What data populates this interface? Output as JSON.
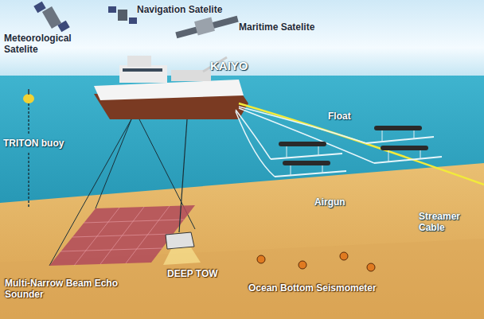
{
  "diagram": {
    "labels": [
      "Meteorological Satelite",
      "Navigation Satelite",
      "Maritime Satelite",
      "KAIYO",
      "TRITON buoy",
      "Float",
      "Airgun",
      "Streamer Cable",
      "Multi-Narrow Beam Echo Sounder",
      "DEEP TOW",
      "Ocean Bottom Seismometer"
    ]
  }
}
